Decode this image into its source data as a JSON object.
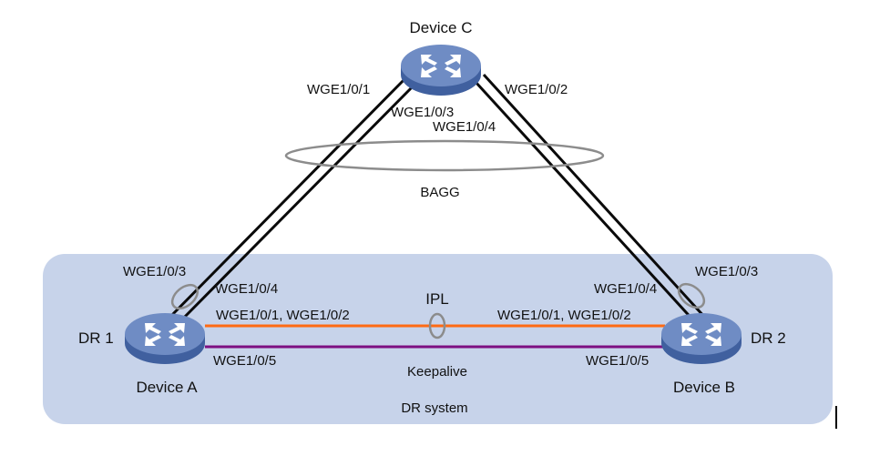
{
  "diagram": {
    "colors": {
      "dr_system_bg": "#c7d3ea",
      "device_top": "#6f8cc4",
      "device_side": "#40609f",
      "link_black": "#0a0a0a",
      "ipl_link": "#ff6a13",
      "keepalive_link": "#7d0f82",
      "aggregation_ring": "#8c8c8c"
    },
    "devices": {
      "c": {
        "name": "Device C"
      },
      "a": {
        "name": "Device A",
        "role": "DR 1"
      },
      "b": {
        "name": "Device B",
        "role": "DR 2"
      }
    },
    "ports": {
      "c_left_upper": "WGE1/0/1",
      "c_right_upper": "WGE1/0/2",
      "c_inner_1": "WGE1/0/3",
      "c_inner_2": "WGE1/0/4",
      "a_uplink_1": "WGE1/0/3",
      "a_uplink_2": "WGE1/0/4",
      "a_ipl": "WGE1/0/1, WGE1/0/2",
      "a_keepalive": "WGE1/0/5",
      "b_uplink_1": "WGE1/0/3",
      "b_uplink_2": "WGE1/0/4",
      "b_ipl": "WGE1/0/1, WGE1/0/2",
      "b_keepalive": "WGE1/0/5"
    },
    "labels": {
      "bagg": "BAGG",
      "ipl": "IPL",
      "keepalive": "Keepalive",
      "dr_system": "DR system"
    }
  }
}
